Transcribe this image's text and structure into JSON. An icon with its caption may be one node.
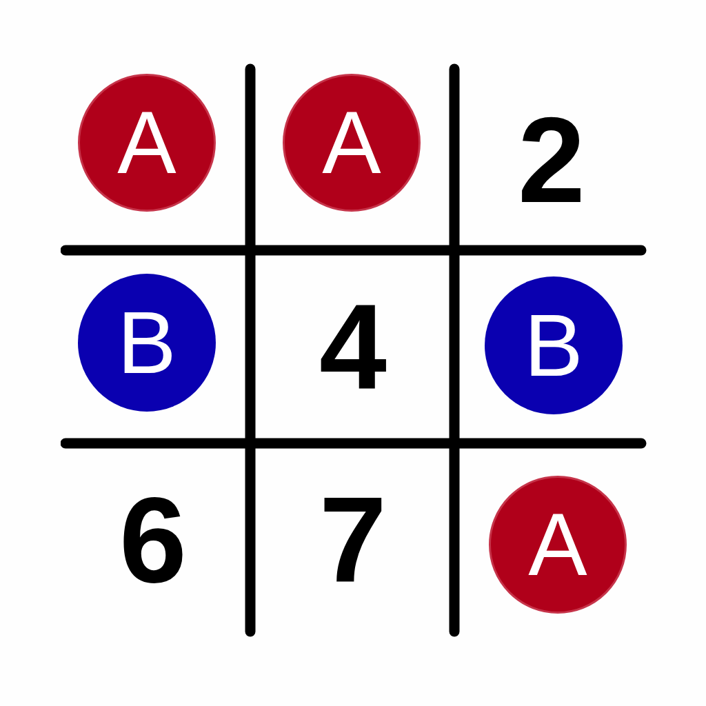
{
  "diagram": {
    "nodes": [
      {
        "text": [
          "A"
        ]
      },
      {
        "text": [
          "A"
        ]
      },
      {
        "text": [
          "B"
        ]
      },
      {
        "text": [
          "B"
        ]
      },
      {
        "text": [
          "A"
        ]
      }
    ],
    "edges": [],
    "labels": [
      "2",
      "4",
      "6",
      "7"
    ]
  }
}
